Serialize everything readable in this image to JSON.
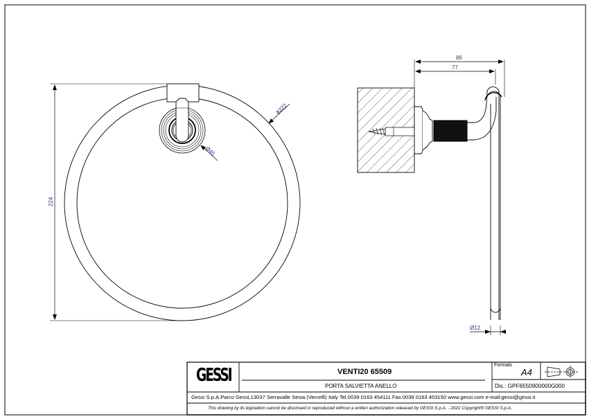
{
  "drawing": {
    "front_view": {
      "ring_outer_diameter": "ϕ222",
      "flange_diameter": "Ø45",
      "overall_height": "224"
    },
    "side_view": {
      "projection_total": "86",
      "projection_axis": "77",
      "bar_diameter": "Ø12"
    }
  },
  "title_block": {
    "logo": "GESSI",
    "product_code": "VENTI20 65509",
    "product_description": "PORTA SALVIETTA ANELLO",
    "format_label": "Formato",
    "format_value": "A4",
    "projection_symbol": "first-angle-projection-icon",
    "drawing_number": "Dis.: GPF6550900000G000",
    "company_info": "Gessi S.p.A.Parco Gessi,13037 Serravalle Sesia (Vercelli) Italy Tel.0039 0163 454111 Fax.0039 0163 453150 www.gessi.com e-mail:gessi@gessi.it",
    "legal_notice": "This drawing by its legislation cannot be disclosed or reproduced without a written authorization released by GESSI S.p.A. - 2021 Copyright® GESSI S.p.A."
  },
  "colors": {
    "line": "#000000",
    "dimension_text": "#2a3b7a",
    "frame": "#555555"
  }
}
